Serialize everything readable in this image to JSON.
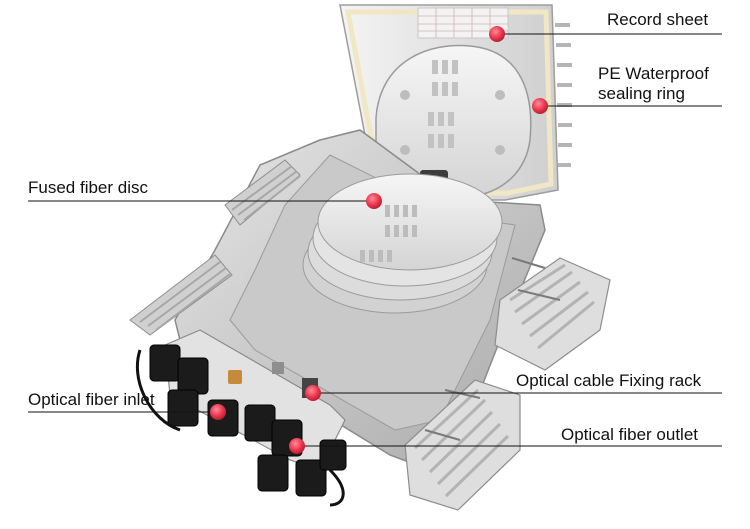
{
  "labels": {
    "record_sheet": "Record sheet",
    "pe_waterproof_line1": "PE Waterproof",
    "pe_waterproof_line2": "sealing ring",
    "fused_fiber_disc": "Fused fiber disc",
    "optical_fiber_inlet": "Optical fiber inlet",
    "optical_cable_fixing_rack": "Optical cable Fixing rack",
    "optical_fiber_outlet": "Optical fiber outlet"
  },
  "colors": {
    "marker": "#e8344a",
    "leader_line": "#111111",
    "box_body": "#d6d6d6",
    "box_shadow": "#9a9a9a",
    "lid": "#ececec",
    "gasket": "#f2ecd8",
    "connector": "#1a1a1a",
    "background": "#ffffff"
  }
}
